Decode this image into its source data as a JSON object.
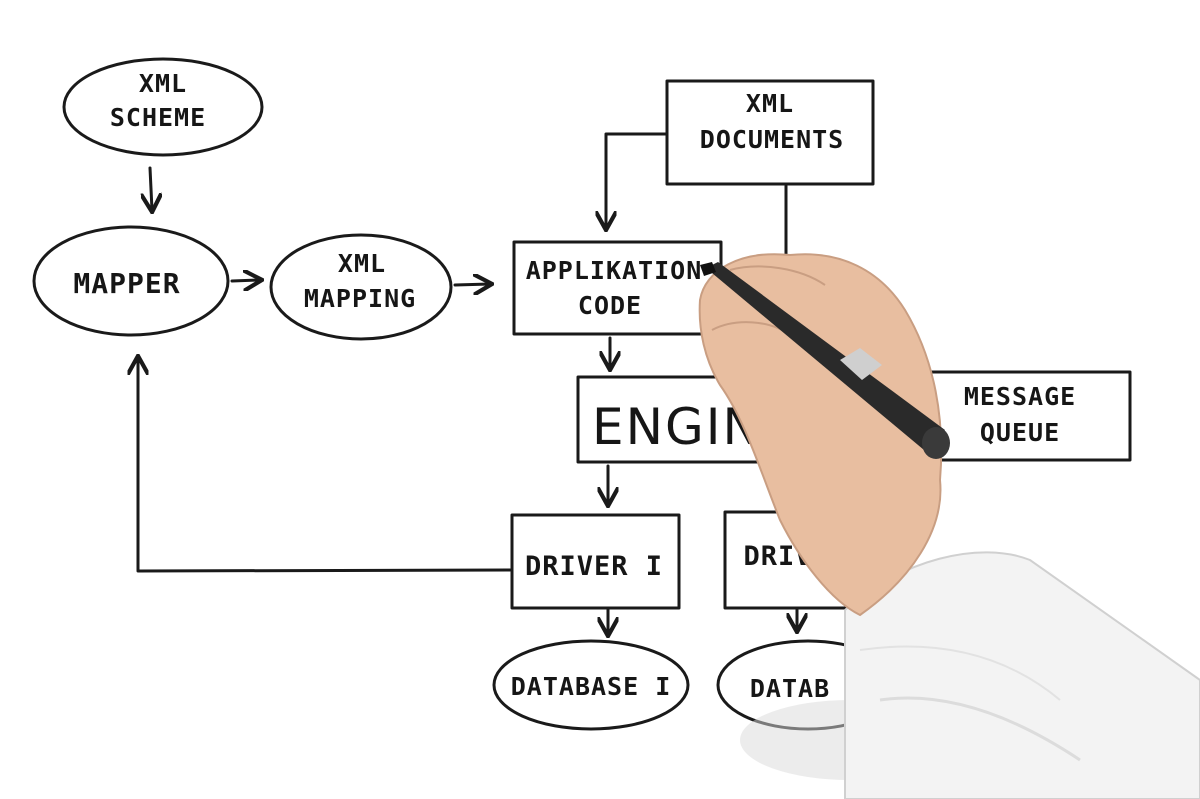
{
  "diagram": {
    "nodes": {
      "xml_scheme": {
        "line1": "XML",
        "line2": "SCHEME",
        "shape": "ellipse"
      },
      "mapper": {
        "line1": "MAPPER",
        "shape": "ellipse"
      },
      "xml_mapping": {
        "line1": "XML",
        "line2": "MAPPING",
        "shape": "ellipse"
      },
      "xml_documents": {
        "line1": "XML",
        "line2": "DOCUMENTS",
        "shape": "box"
      },
      "applikation_code": {
        "line1": "APPLIKATION",
        "line2": "CODE",
        "shape": "box"
      },
      "engine": {
        "line1": "ENGIN",
        "shape": "box"
      },
      "message_queue": {
        "line1": "MESSAGE",
        "line2": "QUEUE",
        "shape": "box"
      },
      "driver_1": {
        "line1": "DRIVER I",
        "shape": "box"
      },
      "driver_2": {
        "line1": "DRIV",
        "shape": "box"
      },
      "database_1": {
        "line1": "DATABASE I",
        "shape": "ellipse"
      },
      "database_2": {
        "line1": "DATAB",
        "shape": "ellipse"
      }
    },
    "edges": [
      {
        "from": "xml_scheme",
        "to": "mapper"
      },
      {
        "from": "mapper",
        "to": "xml_mapping"
      },
      {
        "from": "xml_mapping",
        "to": "applikation_code"
      },
      {
        "from": "xml_documents",
        "to": "applikation_code"
      },
      {
        "from": "applikation_code",
        "to": "engine"
      },
      {
        "from": "engine",
        "to": "driver_1"
      },
      {
        "from": "driver_1",
        "to": "database_1"
      },
      {
        "from": "driver_2",
        "to": "database_2"
      },
      {
        "from": "driver_1",
        "to": "mapper"
      }
    ],
    "colors": {
      "ink": "#1a1a1a",
      "background": "#ffffff",
      "skin": "#e8bea0",
      "pen": "#2a2a2a",
      "sleeve": "#f3f3f3"
    }
  }
}
